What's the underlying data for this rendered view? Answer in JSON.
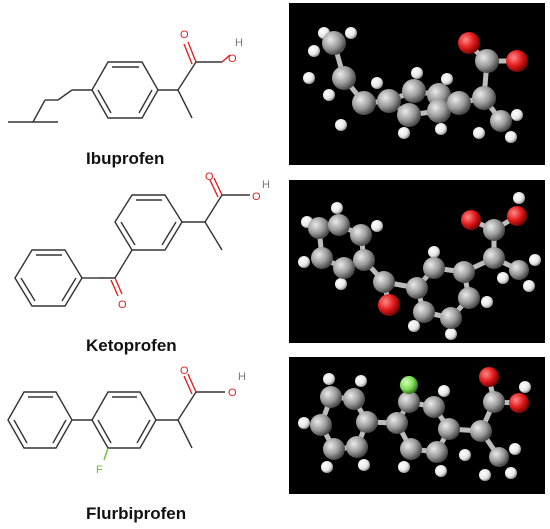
{
  "figure": {
    "molecules": [
      {
        "id": "ibuprofen",
        "name": "Ibuprofen",
        "atom_labels": [
          "O",
          "O",
          "H"
        ]
      },
      {
        "id": "ketoprofen",
        "name": "Ketoprofen",
        "atom_labels": [
          "O",
          "O",
          "H",
          "O"
        ]
      },
      {
        "id": "flurbiprofen",
        "name": "Flurbiprofen",
        "atom_labels": [
          "O",
          "O",
          "H",
          "F"
        ]
      }
    ],
    "colors": {
      "bond": "#333333",
      "oxygen": "#e02020",
      "hydrogen_label": "#777777",
      "fluorine": "#6bbf3a",
      "carbon_ball": "#9a9a9a",
      "hydrogen_ball": "#f2f2f2",
      "oxygen_ball": "#e01818",
      "fluorine_ball": "#7fdc55",
      "model_background": "#000000"
    }
  }
}
